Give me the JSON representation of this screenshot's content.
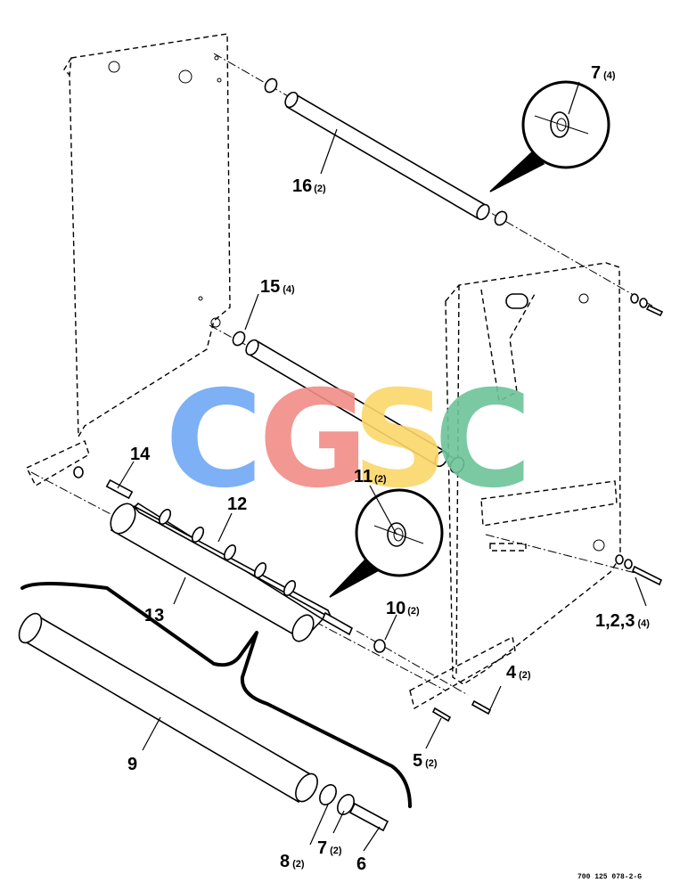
{
  "watermark": {
    "letters": [
      {
        "char": "C",
        "color": "#6fa8f5"
      },
      {
        "char": "G",
        "color": "#f18c86"
      },
      {
        "char": "S",
        "color": "#fbd86a"
      },
      {
        "char": "C",
        "color": "#6cc49a"
      }
    ]
  },
  "callouts": [
    {
      "id": "c16",
      "number": "16",
      "qty": "(2)"
    },
    {
      "id": "c7top",
      "number": "7",
      "qty": "(4)"
    },
    {
      "id": "c15",
      "number": "15",
      "qty": "(4)"
    },
    {
      "id": "c14",
      "number": "14",
      "qty": ""
    },
    {
      "id": "c12",
      "number": "12",
      "qty": ""
    },
    {
      "id": "c11",
      "number": "11",
      "qty": "(2)"
    },
    {
      "id": "c13",
      "number": "13",
      "qty": ""
    },
    {
      "id": "c10",
      "number": "10",
      "qty": "(2)"
    },
    {
      "id": "c123",
      "number": "1,2,3",
      "qty": "(4)"
    },
    {
      "id": "c4",
      "number": "4",
      "qty": "(2)"
    },
    {
      "id": "c5",
      "number": "5",
      "qty": "(2)"
    },
    {
      "id": "c9",
      "number": "9",
      "qty": ""
    },
    {
      "id": "c8",
      "number": "8",
      "qty": "(2)"
    },
    {
      "id": "c7bot",
      "number": "7",
      "qty": "(2)"
    },
    {
      "id": "c6",
      "number": "6",
      "qty": ""
    }
  ],
  "drawing_code": "700 125 078-2-G"
}
